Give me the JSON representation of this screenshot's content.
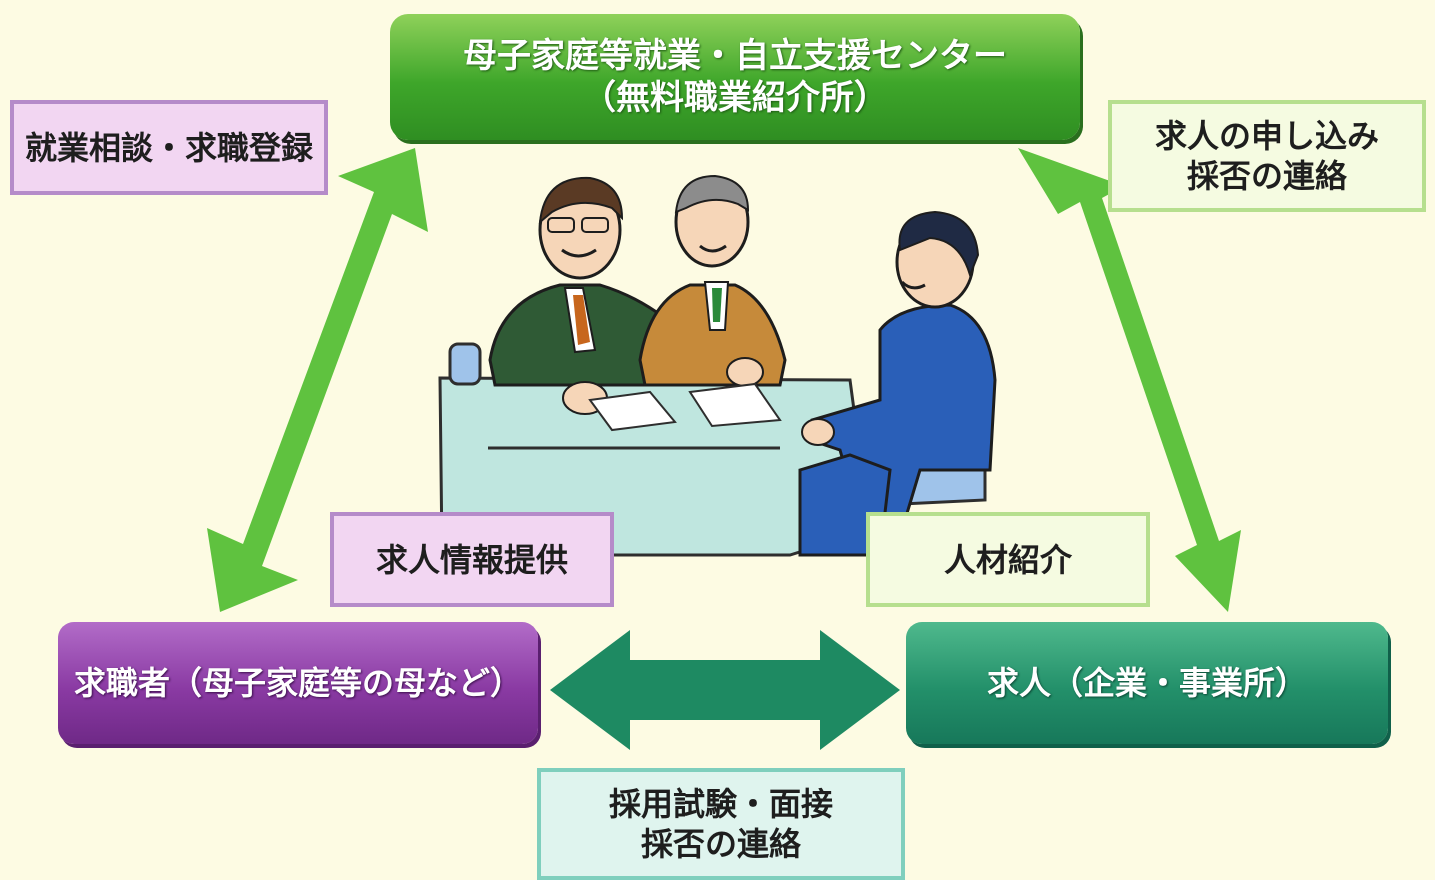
{
  "center": {
    "line1": "母子家庭等就業・自立支援センター",
    "line2": "（無料職業紹介所）"
  },
  "seeker": {
    "label": "求職者（母子家庭等の母など）"
  },
  "employer": {
    "label": "求人（企業・事業所）"
  },
  "labels": {
    "consult": "就業相談・求職登録",
    "job_info": "求人情報提供",
    "apply_line1": "求人の申し込み",
    "apply_line2": "採否の連絡",
    "referral": "人材紹介",
    "interview_line1": "採用試験・面接",
    "interview_line2": "採否の連絡"
  },
  "colors": {
    "background": "#fdfbe3",
    "center_green": "#3ea62a",
    "seeker_purple": "#8a3aa3",
    "employer_teal": "#23906a",
    "arrow_green": "#5fc23f",
    "arrow_teal": "#1e8a62"
  },
  "illustration": {
    "subject": "three-people-consultation-at-table",
    "icons": [
      "counselor-icon",
      "counselor-icon",
      "employer-icon",
      "table-icon",
      "chair-icon",
      "document-icon"
    ]
  }
}
